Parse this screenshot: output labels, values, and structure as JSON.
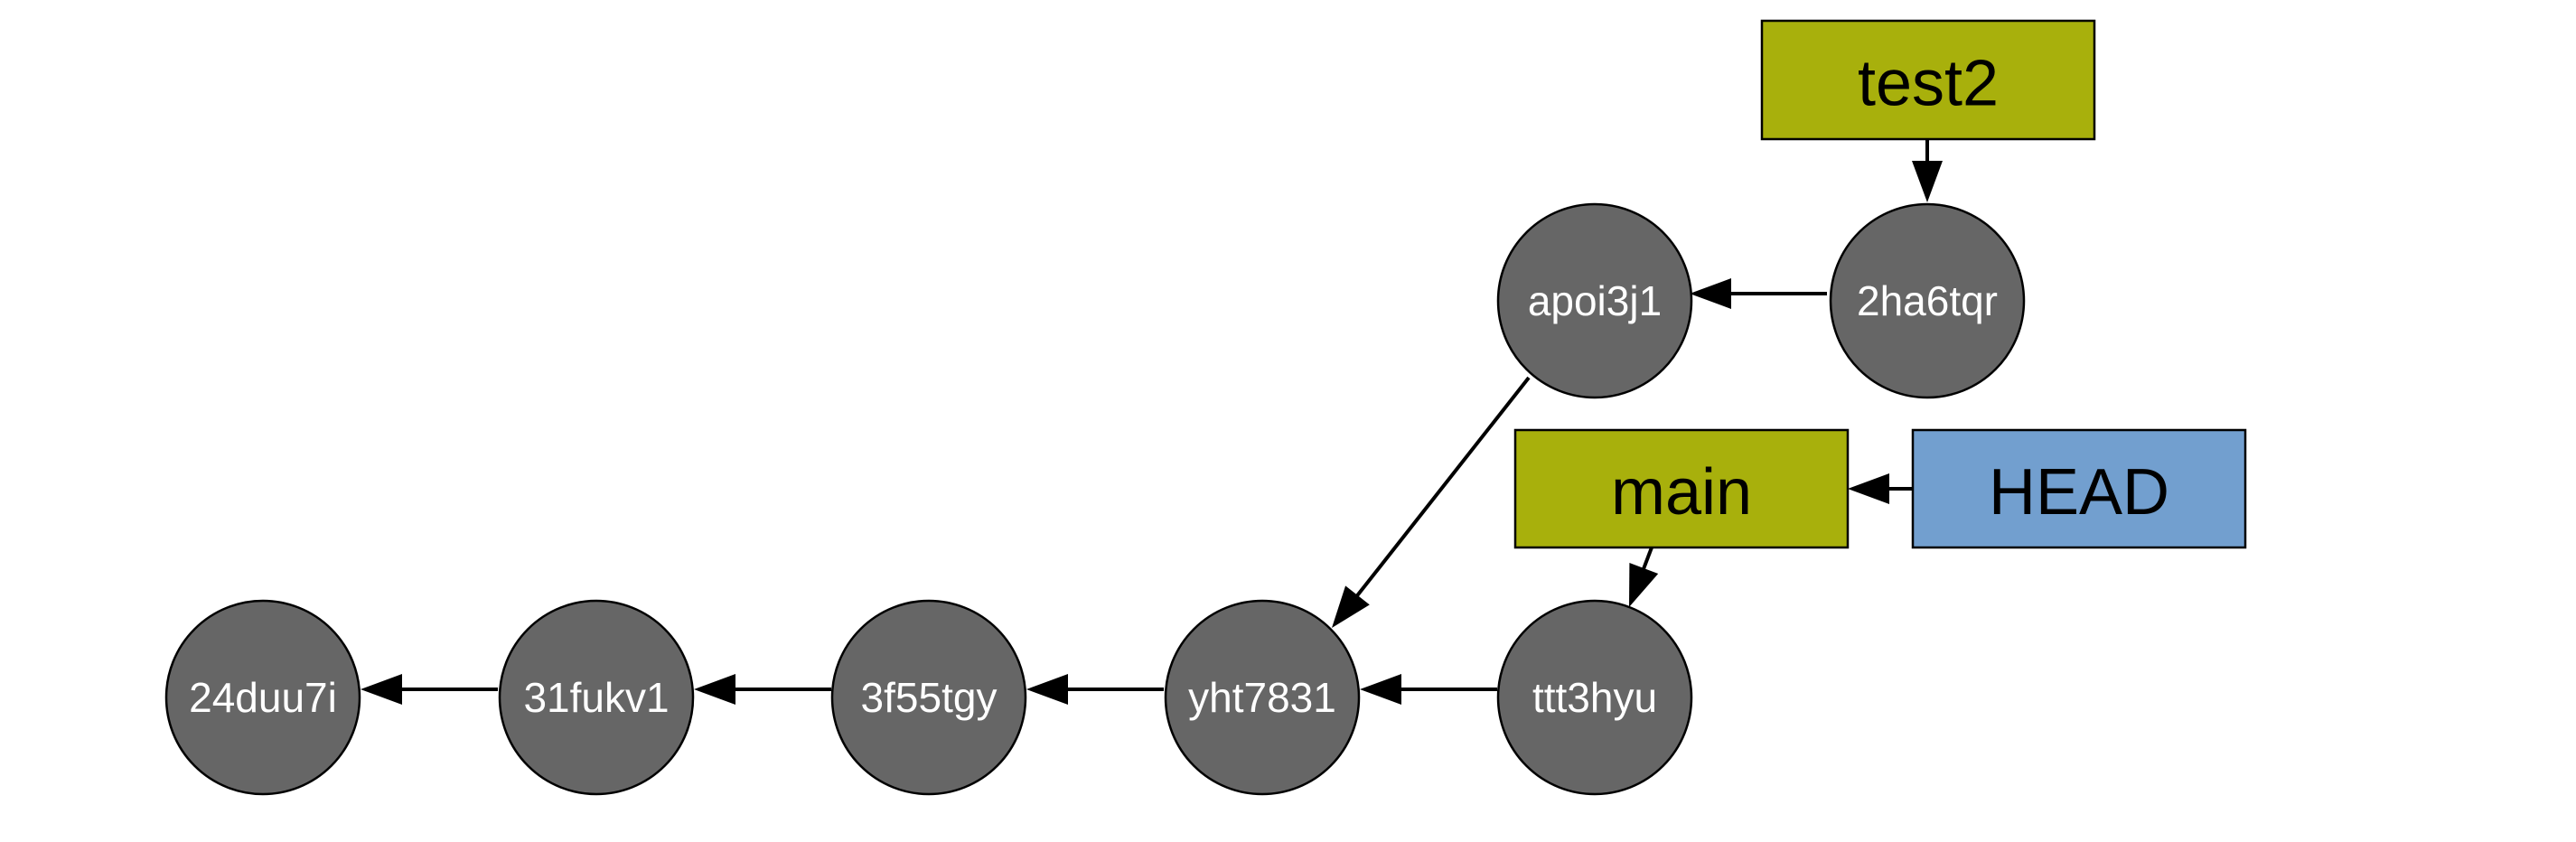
{
  "colors": {
    "commit_fill": "#666666",
    "branch_fill": "#a8b00c",
    "head_fill": "#729fcf",
    "line": "#000000",
    "background": "#ffffff"
  },
  "commits": [
    {
      "id": "c1",
      "label": "24duu7i"
    },
    {
      "id": "c2",
      "label": "31fukv1"
    },
    {
      "id": "c3",
      "label": "3f55tgy"
    },
    {
      "id": "c4",
      "label": "yht7831"
    },
    {
      "id": "c5",
      "label": "ttt3hyu"
    },
    {
      "id": "c6",
      "label": "apoi3j1"
    },
    {
      "id": "c7",
      "label": "2ha6tqr"
    }
  ],
  "refs": [
    {
      "id": "test2",
      "label": "test2",
      "kind": "branch"
    },
    {
      "id": "main",
      "label": "main",
      "kind": "branch"
    },
    {
      "id": "head",
      "label": "HEAD",
      "kind": "head"
    }
  ],
  "edges": [
    {
      "from": "c2",
      "to": "c1"
    },
    {
      "from": "c3",
      "to": "c2"
    },
    {
      "from": "c4",
      "to": "c3"
    },
    {
      "from": "c5",
      "to": "c4"
    },
    {
      "from": "c6",
      "to": "c4"
    },
    {
      "from": "c7",
      "to": "c6"
    },
    {
      "from": "test2",
      "to": "c7"
    },
    {
      "from": "main",
      "to": "c5"
    },
    {
      "from": "head",
      "to": "main"
    }
  ]
}
